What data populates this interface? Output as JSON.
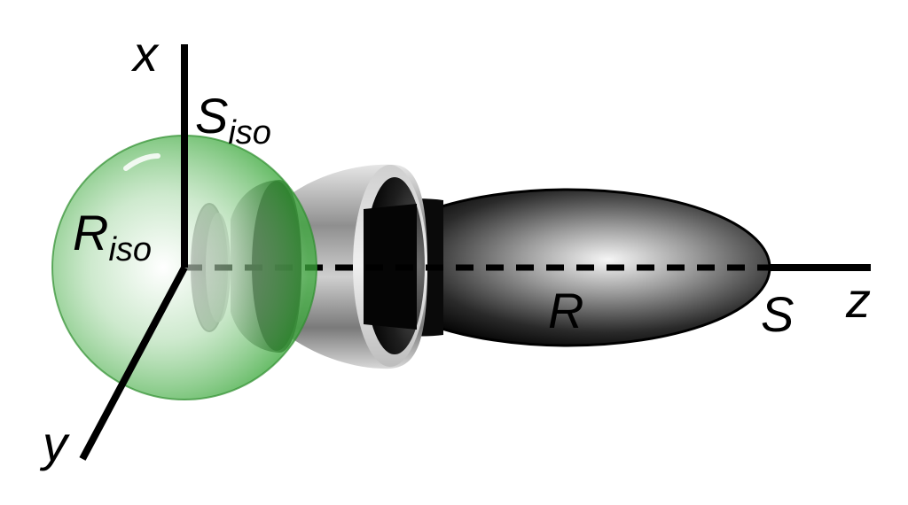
{
  "labels": {
    "x_axis": "x",
    "y_axis": "y",
    "z_axis": "z",
    "s_iso_main": "S",
    "s_iso_sub": "iso",
    "r_iso_main": "R",
    "r_iso_sub": "iso",
    "r_main": "R",
    "s_main": "S"
  },
  "colors": {
    "axis": "#000000",
    "sphere_fill": "#3aa83a",
    "sphere_stroke": "#2f8f2f",
    "ellipsoid_dark": "#000000",
    "ellipsoid_light": "#f2f2f2"
  }
}
